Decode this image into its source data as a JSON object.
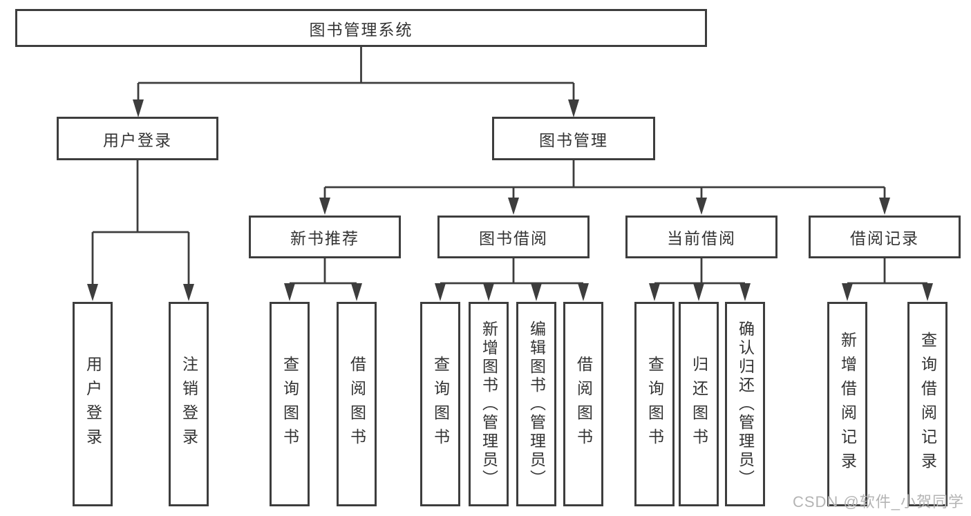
{
  "diagram_type": "hierarchy-tree",
  "tree": {
    "label": "图书管理系统",
    "children": [
      {
        "label": "用户登录",
        "children": [
          {
            "label": "用户登录"
          },
          {
            "label": "注销登录"
          }
        ]
      },
      {
        "label": "图书管理",
        "children": [
          {
            "label": "新书推荐",
            "children": [
              {
                "label": "查询图书"
              },
              {
                "label": "借阅图书"
              }
            ]
          },
          {
            "label": "图书借阅",
            "children": [
              {
                "label": "查询图书"
              },
              {
                "label": "新增图书（管理员）"
              },
              {
                "label": "编辑图书（管理员）"
              },
              {
                "label": "借阅图书"
              }
            ]
          },
          {
            "label": "当前借阅",
            "children": [
              {
                "label": "查询图书"
              },
              {
                "label": "归还图书"
              },
              {
                "label": "确认归还（管理员）"
              }
            ]
          },
          {
            "label": "借阅记录",
            "children": [
              {
                "label": "新增借阅记录"
              },
              {
                "label": "查询借阅记录"
              }
            ]
          }
        ]
      }
    ]
  },
  "watermark": {
    "text": "CSDN @软件_小贺同学"
  },
  "colors": {
    "line": "#3d3d3d",
    "box_border": "#3d3d3d",
    "text": "#333333",
    "background": "#ffffff",
    "watermark": "#b4b4b4"
  }
}
